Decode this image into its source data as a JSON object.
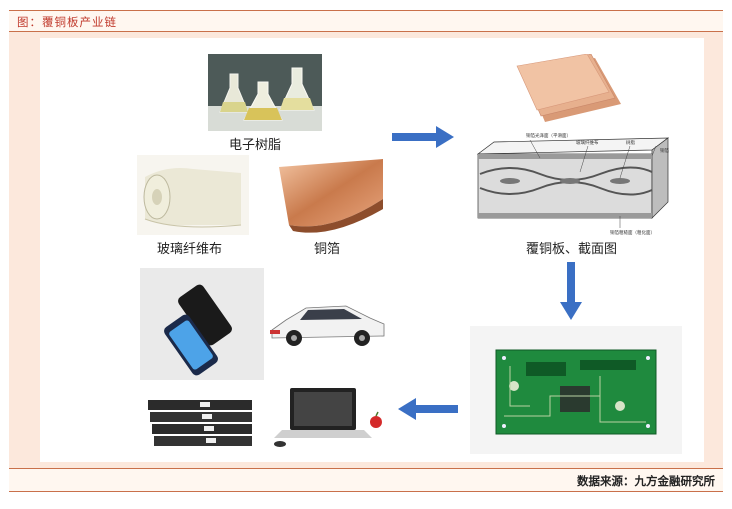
{
  "header": {
    "title": "图：覆铜板产业链"
  },
  "diagram": {
    "inputs": {
      "resin_label": "电子树脂",
      "glass_fiber_label": "玻璃纤维布",
      "copper_foil_label": "铜箔"
    },
    "ccl_label": "覆铜板、截面图",
    "cross_section_labels": [
      "铜箔光泽面（平滑面）",
      "玻璃纤维布",
      "树脂",
      "铜箔",
      "铜箔粗糙面（粗化面）"
    ]
  },
  "footer": {
    "source": "数据来源：九方金融研究所"
  },
  "colors": {
    "arrow": "#3a6fc4",
    "border": "#c9704a",
    "title": "#c0392b",
    "pcb": "#1f8a3e",
    "copper": "#d98b5f"
  }
}
